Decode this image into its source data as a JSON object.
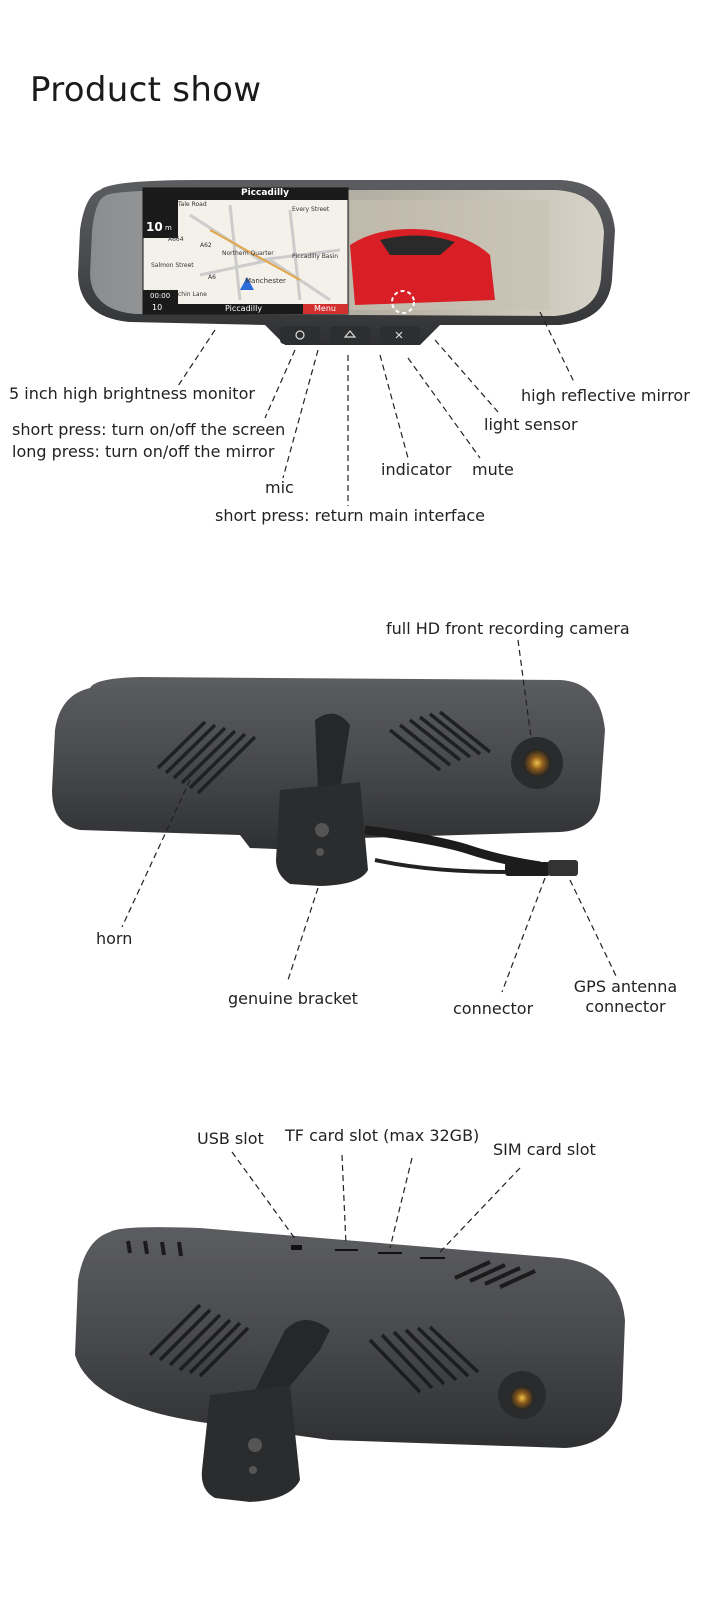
{
  "title": "Product show",
  "screen": {
    "top_bar": "Piccadilly",
    "bottom_left": "Piccadilly",
    "bottom_right": "Menu",
    "distance": "10",
    "distance_unit": "m",
    "bottom_distance": "10",
    "clock": "00:00",
    "map_labels": [
      "Tale Road",
      "Every Street",
      "A664",
      "A62",
      "Northern Quarter",
      "Piccadilly Basin",
      "Salmon Street",
      "A6",
      "Manchester",
      "chin Lane"
    ]
  },
  "front_labels": {
    "monitor": "5 inch high brightness monitor",
    "power_short": "short press: turn on/off the screen",
    "power_long": "long press: turn on/off the mirror",
    "mic": "mic",
    "home": "short press: return main interface",
    "indicator": "indicator",
    "mute": "mute",
    "light_sensor": "light sensor",
    "mirror": "high reflective mirror"
  },
  "back_labels": {
    "camera": "full HD front recording camera",
    "horn": "horn",
    "bracket": "genuine bracket",
    "connector": "connector",
    "gps_line1": "GPS antenna",
    "gps_line2": "connector"
  },
  "top_labels": {
    "usb": "USB slot",
    "tf": "TF card slot (max 32GB)",
    "sim": "SIM card slot"
  },
  "colors": {
    "body": "#4a4b4d",
    "body_dark": "#2e2f31",
    "menu_red": "#d32f2f",
    "car_red": "#d81f26"
  }
}
